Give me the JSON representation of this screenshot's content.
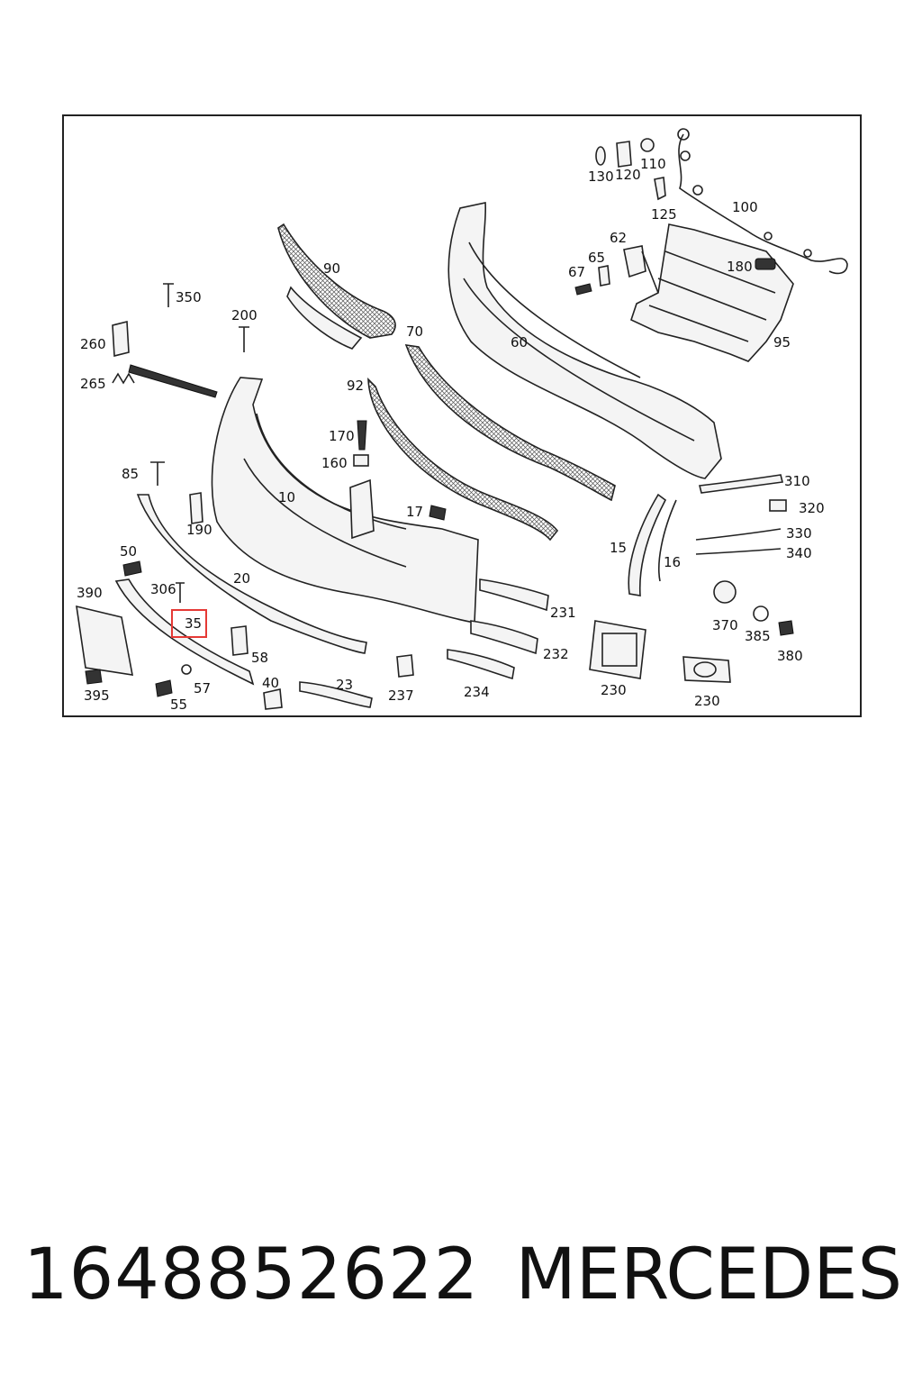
{
  "diagram": {
    "highlight_color": "#e53935",
    "highlighted_callout": "35",
    "callouts": {
      "c130": "130",
      "c120": "120",
      "c110": "110",
      "c125": "125",
      "c100": "100",
      "c62": "62",
      "c65": "65",
      "c67": "67",
      "c180": "180",
      "c95": "95",
      "c90": "90",
      "c350": "350",
      "c200": "200",
      "c260": "260",
      "c265": "265",
      "c70": "70",
      "c60": "60",
      "c92": "92",
      "c170": "170",
      "c160": "160",
      "c85": "85",
      "c10": "10",
      "c190": "190",
      "c17": "17",
      "c310": "310",
      "c320": "320",
      "c330": "330",
      "c340": "340",
      "c15": "15",
      "c16": "16",
      "c50": "50",
      "c20": "20",
      "c390": "390",
      "c306": "306",
      "c35": "35",
      "c58": "58",
      "c231": "231",
      "c370": "370",
      "c385": "385",
      "c380": "380",
      "c232": "232",
      "c395": "395",
      "c57": "57",
      "c55": "55",
      "c40": "40",
      "c23": "23",
      "c237": "237",
      "c234": "234",
      "c230a": "230",
      "c230b": "230"
    }
  },
  "footer": {
    "part_number": "1648852622",
    "brand": "MERCEDES"
  }
}
